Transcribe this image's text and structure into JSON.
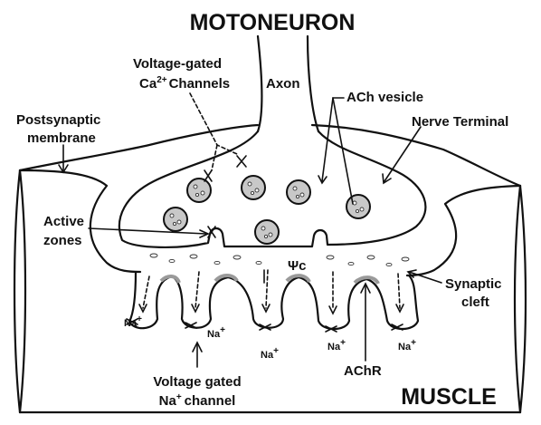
{
  "labels": {
    "title": "MOTONEURON",
    "vgcc_line1": "Voltage-gated",
    "vgcc_ca": "Ca",
    "vgcc_ca_charge": "2+",
    "vgcc_line2": "Channels",
    "axon": "Axon",
    "ach_vesicle": "ACh vesicle",
    "nerve_terminal": "Nerve Terminal",
    "postsynaptic_line1": "Postsynaptic",
    "postsynaptic_line2": "membrane",
    "active_line1": "Active",
    "active_line2": "zones",
    "psi_c": "Ψc",
    "synaptic_line1": "Synaptic",
    "synaptic_line2": "cleft",
    "na": "Na",
    "na_charge": "+",
    "achr": "AChR",
    "vgna_line1": "Voltage gated",
    "vgna_na": "Na",
    "vgna_charge": "+",
    "vgna_line2": "channel",
    "muscle": "MUSCLE"
  },
  "colors": {
    "ink": "#111111",
    "vesicle_fill": "#c8c8c8",
    "fold_shading": "#9a9a9a",
    "background": "#ffffff"
  }
}
